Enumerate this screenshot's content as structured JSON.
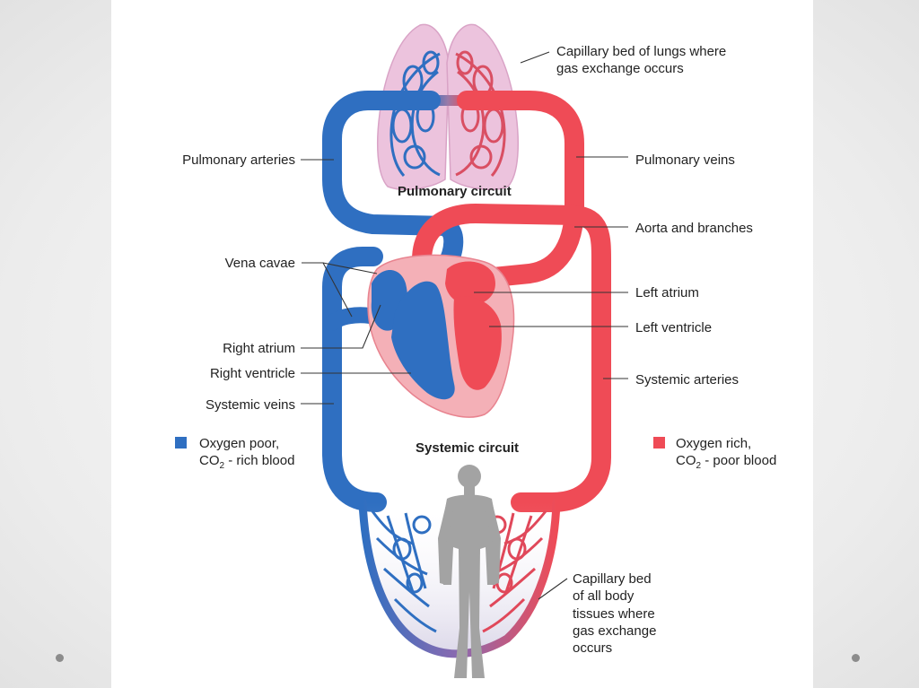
{
  "diagram": {
    "labels": {
      "capillary_lungs_1": "Capillary bed of lungs where",
      "capillary_lungs_2": "gas exchange occurs",
      "pulmonary_arteries": "Pulmonary arteries",
      "pulmonary_veins": "Pulmonary veins",
      "pulmonary_circuit": "Pulmonary circuit",
      "aorta": "Aorta and branches",
      "vena_cavae": "Vena cavae",
      "left_atrium": "Left atrium",
      "left_ventricle": "Left ventricle",
      "right_atrium": "Right atrium",
      "right_ventricle": "Right ventricle",
      "systemic_arteries": "Systemic arteries",
      "systemic_veins": "Systemic veins",
      "systemic_circuit": "Systemic circuit",
      "capillary_body_1": "Capillary bed",
      "capillary_body_2": "of all body",
      "capillary_body_3": "tissues where",
      "capillary_body_4": "gas exchange",
      "capillary_body_5": "occurs"
    },
    "legend": {
      "poor_line1": "Oxygen poor,",
      "poor_co2": "CO",
      "poor_sub": "2",
      "poor_rest": " - rich blood",
      "rich_line1": "Oxygen rich,",
      "rich_co2": "CO",
      "rich_sub": "2",
      "rich_rest": " - poor blood"
    },
    "colors": {
      "oxygen_poor": "#2f6fc1",
      "oxygen_rich": "#ef4b56",
      "lung_tint": "#e8b8d6",
      "body_figure": "#a3a3a3"
    }
  },
  "nav": {
    "left_dot": "nav-dot",
    "right_dot": "nav-dot"
  }
}
